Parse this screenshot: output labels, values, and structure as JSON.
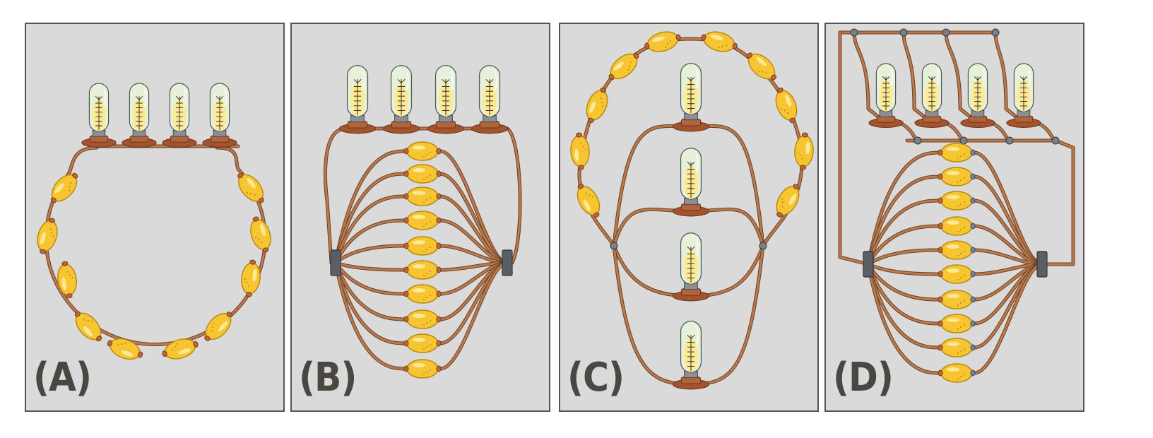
{
  "panels": [
    {
      "id": "A",
      "label": "(A)",
      "circuit": "bulbs-and-lemons-in-series"
    },
    {
      "id": "B",
      "label": "(B)",
      "circuit": "series-bulbs-parallel-lemons"
    },
    {
      "id": "C",
      "label": "(C)",
      "circuit": "series-lemons-parallel-bulbs"
    },
    {
      "id": "D",
      "label": "(D)",
      "circuit": "parallel-bulbs-parallel-lemons"
    }
  ],
  "components": {
    "bulbs_per_panel": 4,
    "lemons_per_panel": 10
  },
  "colors": {
    "panel_bg": "#dadada",
    "panel_border": "#555555",
    "wire": "#b87a4f",
    "wire_dark": "#6e3f22",
    "lemon": "#f7c531",
    "lemon_edge": "#b98a12",
    "bulb_glass": "#e7f1da",
    "bulb_glow": "#ffe98a",
    "bulb_base": "#a4532c",
    "clamp": "#5a5f66",
    "junction": "#7b8087",
    "label": "#4a4642"
  }
}
